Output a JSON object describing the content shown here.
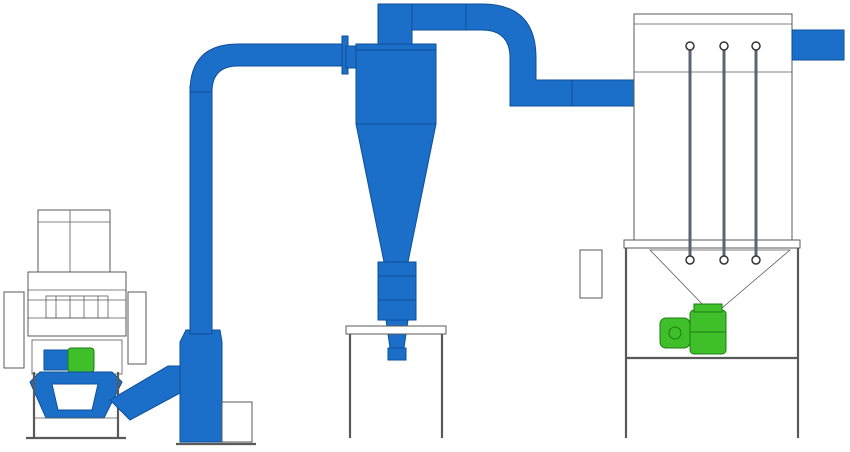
{
  "colors": {
    "duct_blue": "#1b6fc8",
    "duct_blue_dark": "#0e4f99",
    "motor_green": "#3fbf2a",
    "motor_green_dark": "#1e7d12",
    "frame_line": "#5a5a5a",
    "rod_steel": "#5b6470"
  },
  "components": [
    {
      "id": "granulator",
      "icon": "granulator-machine-icon"
    },
    {
      "id": "blower",
      "icon": "blower-fan-icon"
    },
    {
      "id": "cyclone",
      "icon": "cyclone-separator-icon"
    },
    {
      "id": "bag-filter",
      "icon": "dust-collector-icon"
    },
    {
      "id": "rotary-valve",
      "icon": "rotary-valve-motor-icon"
    }
  ]
}
